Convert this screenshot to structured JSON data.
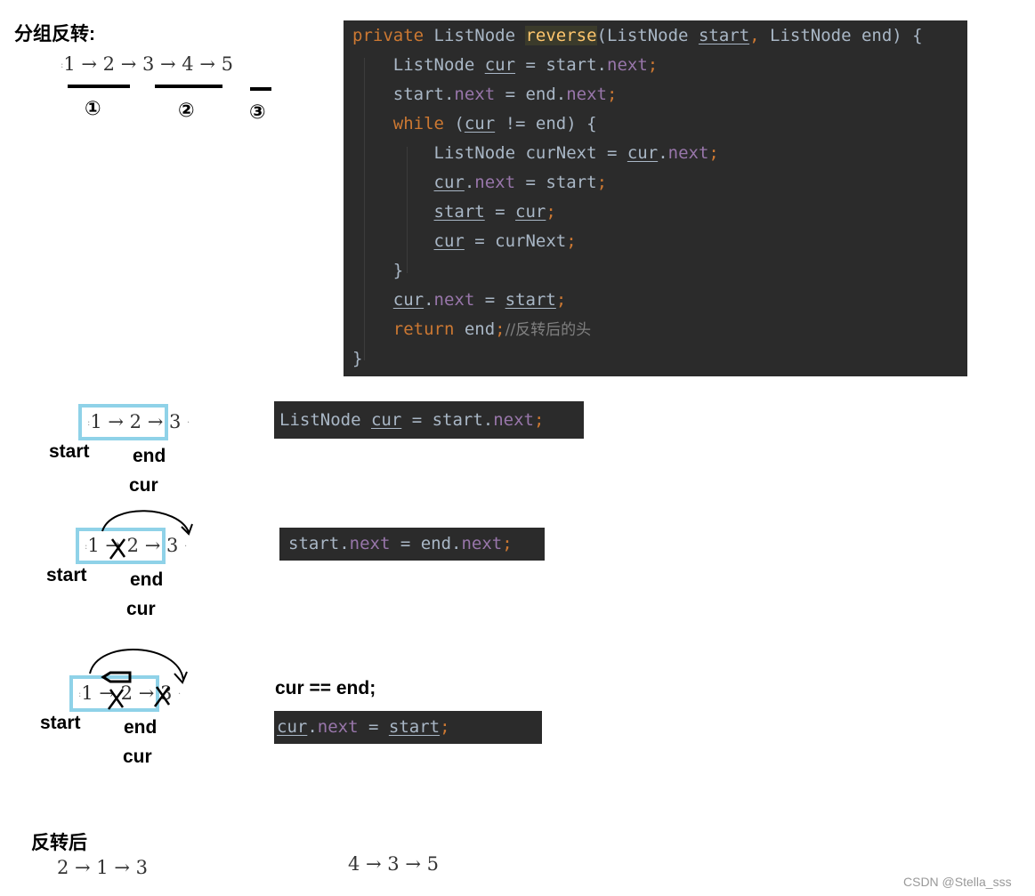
{
  "group": {
    "title": "分组反转:",
    "math": "1 → 2 → 3 → 4 → 5",
    "markers": [
      "①",
      "②",
      "③"
    ]
  },
  "code": {
    "lines": [
      [
        [
          "kw",
          "private "
        ],
        [
          "",
          "ListNode "
        ],
        [
          "fn",
          "reverse"
        ],
        [
          "",
          "(ListNode "
        ],
        [
          "u",
          "start"
        ],
        [
          "kw",
          ", "
        ],
        [
          "",
          "ListNode end) {"
        ]
      ],
      [
        [
          "",
          "    ListNode "
        ],
        [
          "u",
          "cur"
        ],
        [
          "",
          " = start."
        ],
        [
          "fld",
          "next"
        ],
        [
          "kw",
          ";"
        ]
      ],
      [
        [
          "",
          "    start."
        ],
        [
          "fld",
          "next"
        ],
        [
          "",
          " = end."
        ],
        [
          "fld",
          "next"
        ],
        [
          "kw",
          ";"
        ]
      ],
      [
        [
          "kw",
          "    while "
        ],
        [
          "",
          "("
        ],
        [
          "u",
          "cur"
        ],
        [
          "",
          " != end) {"
        ]
      ],
      [
        [
          "",
          "        ListNode curNext = "
        ],
        [
          "u",
          "cur"
        ],
        [
          "",
          "."
        ],
        [
          "fld",
          "next"
        ],
        [
          "kw",
          ";"
        ]
      ],
      [
        [
          "",
          "        "
        ],
        [
          "u",
          "cur"
        ],
        [
          "",
          "."
        ],
        [
          "fld",
          "next"
        ],
        [
          "",
          " = start"
        ],
        [
          "kw",
          ";"
        ]
      ],
      [
        [
          "",
          "        "
        ],
        [
          "u",
          "start"
        ],
        [
          "",
          " = "
        ],
        [
          "u",
          "cur"
        ],
        [
          "kw",
          ";"
        ]
      ],
      [
        [
          "",
          "        "
        ],
        [
          "u",
          "cur"
        ],
        [
          "",
          " = curNext"
        ],
        [
          "kw",
          ";"
        ]
      ],
      [
        [
          "",
          "    }"
        ]
      ],
      [
        [
          "",
          "    "
        ],
        [
          "u",
          "cur"
        ],
        [
          "",
          "."
        ],
        [
          "fld",
          "next"
        ],
        [
          "",
          " = "
        ],
        [
          "u",
          "start"
        ],
        [
          "kw",
          ";"
        ]
      ],
      [
        [
          "kw",
          "    return "
        ],
        [
          "",
          "end"
        ],
        [
          "kw",
          ";"
        ],
        [
          "cm",
          "//反转后的头"
        ]
      ],
      [
        [
          "",
          "}"
        ]
      ]
    ]
  },
  "step1": {
    "math": "1 → 2 → 3",
    "start": "start",
    "end": "end",
    "cur": "cur",
    "snippet": [
      [
        "",
        "ListNode "
      ],
      [
        "u",
        "cur"
      ],
      [
        "",
        " = start."
      ],
      [
        "fld",
        "next"
      ],
      [
        "kw",
        ";"
      ]
    ]
  },
  "step2": {
    "math": "1 → 2 → 3",
    "start": "start",
    "end": "end",
    "cur": "cur",
    "snippet": [
      [
        "",
        "start."
      ],
      [
        "fld",
        "next"
      ],
      [
        "",
        " = end."
      ],
      [
        "fld",
        "next"
      ],
      [
        "kw",
        ";"
      ]
    ]
  },
  "step3": {
    "math": "1 → 2 → 3",
    "start": "start",
    "end": "end",
    "cur": "cur",
    "condition": "cur == end;",
    "snippet": [
      [
        "u",
        "cur"
      ],
      [
        "",
        "."
      ],
      [
        "fld",
        "next"
      ],
      [
        "",
        " = "
      ],
      [
        "u",
        "start"
      ],
      [
        "kw",
        ";"
      ]
    ]
  },
  "result": {
    "title": "反转后",
    "left": "2 → 1 → 3",
    "right": "4 → 3 → 5"
  },
  "watermark": "CSDN @Stella_sss",
  "colors": {
    "box": "#8fd2e8",
    "code_bg": "#2b2b2b",
    "keyword": "#cc7832",
    "field": "#9876aa",
    "method": "#ffc66d"
  }
}
